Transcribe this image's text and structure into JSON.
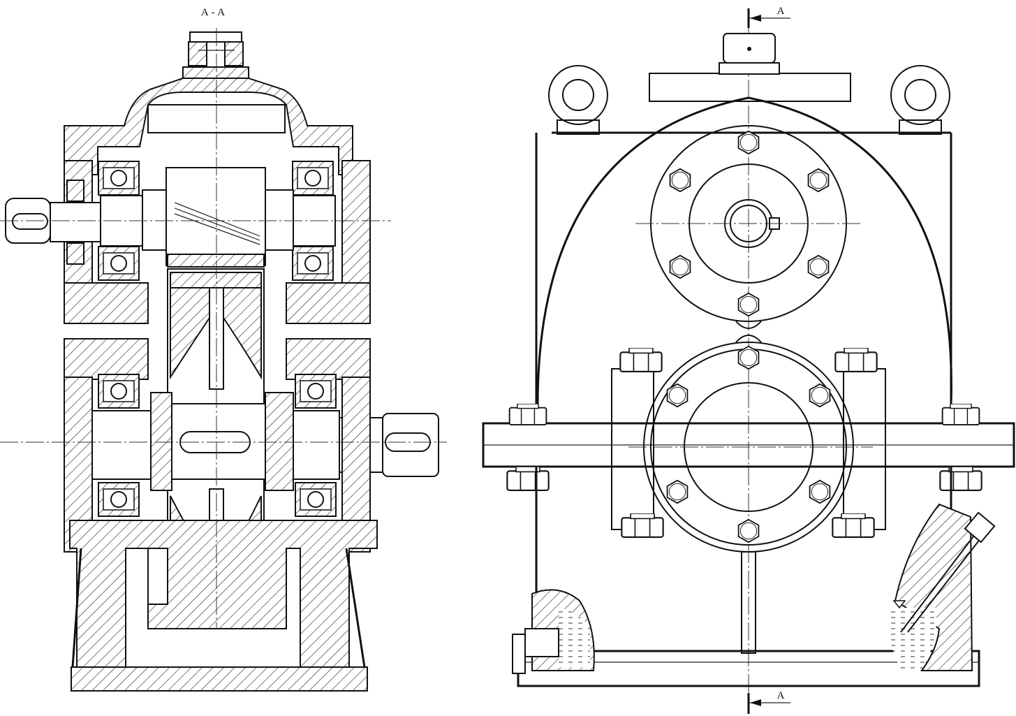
{
  "section_view": {
    "title": "А - А"
  },
  "front_view": {
    "cut_label_top": "А",
    "cut_label_bottom": "А"
  }
}
